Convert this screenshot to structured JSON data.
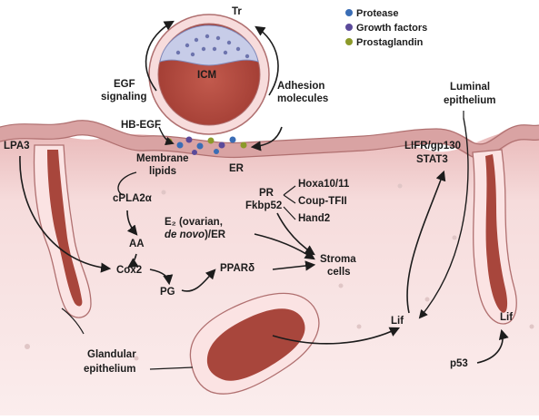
{
  "labels": {
    "tr": "Tr",
    "icm": "ICM",
    "egf_line1": "EGF",
    "egf_line2": "signaling",
    "hbegf": "HB-EGF",
    "adhesion_line1": "Adhesion",
    "adhesion_line2": "molecules",
    "lpa3": "LPA3",
    "membrane_line1": "Membrane",
    "membrane_line2": "lipids",
    "er": "ER",
    "cpla2a": "cPLA2α",
    "aa": "AA",
    "cox2": "Cox2",
    "pg": "PG",
    "ppard": "PPARδ",
    "e2_line1": "E₂ (ovarian,",
    "e2_line2a": "de novo",
    "e2_line2b": ")/ER",
    "pr": "PR",
    "fkbp52": "Fkbp52",
    "hoxa": "Hoxa10/11",
    "couptfii": "Coup-TFII",
    "hand2": "Hand2",
    "stroma_line1": "Stroma",
    "stroma_line2": "cells",
    "luminal_line1": "Luminal",
    "luminal_line2": "epithelium",
    "lifr_line1": "LIFR/gp130",
    "lifr_line2": "STAT3",
    "lif_center": "Lif",
    "lif_right": "Lif",
    "p53": "p53",
    "glandular_line1": "Glandular",
    "glandular_line2": "epithelium"
  },
  "legend": [
    {
      "label": "Protease",
      "color": "#3a6db5"
    },
    {
      "label": "Growth factors",
      "color": "#5b4a9a"
    },
    {
      "label": "Prostaglandin",
      "color": "#8c9a2a"
    }
  ],
  "colors": {
    "stroma": "#f3dede",
    "epithelium_fill": "#fbe6e6",
    "epithelium_stroke": "#b07070",
    "gland_lumen": "#a8463c",
    "icm": "#b3493e",
    "icm_cap": "#c7cce8",
    "trophectoderm": "#f6dede"
  }
}
